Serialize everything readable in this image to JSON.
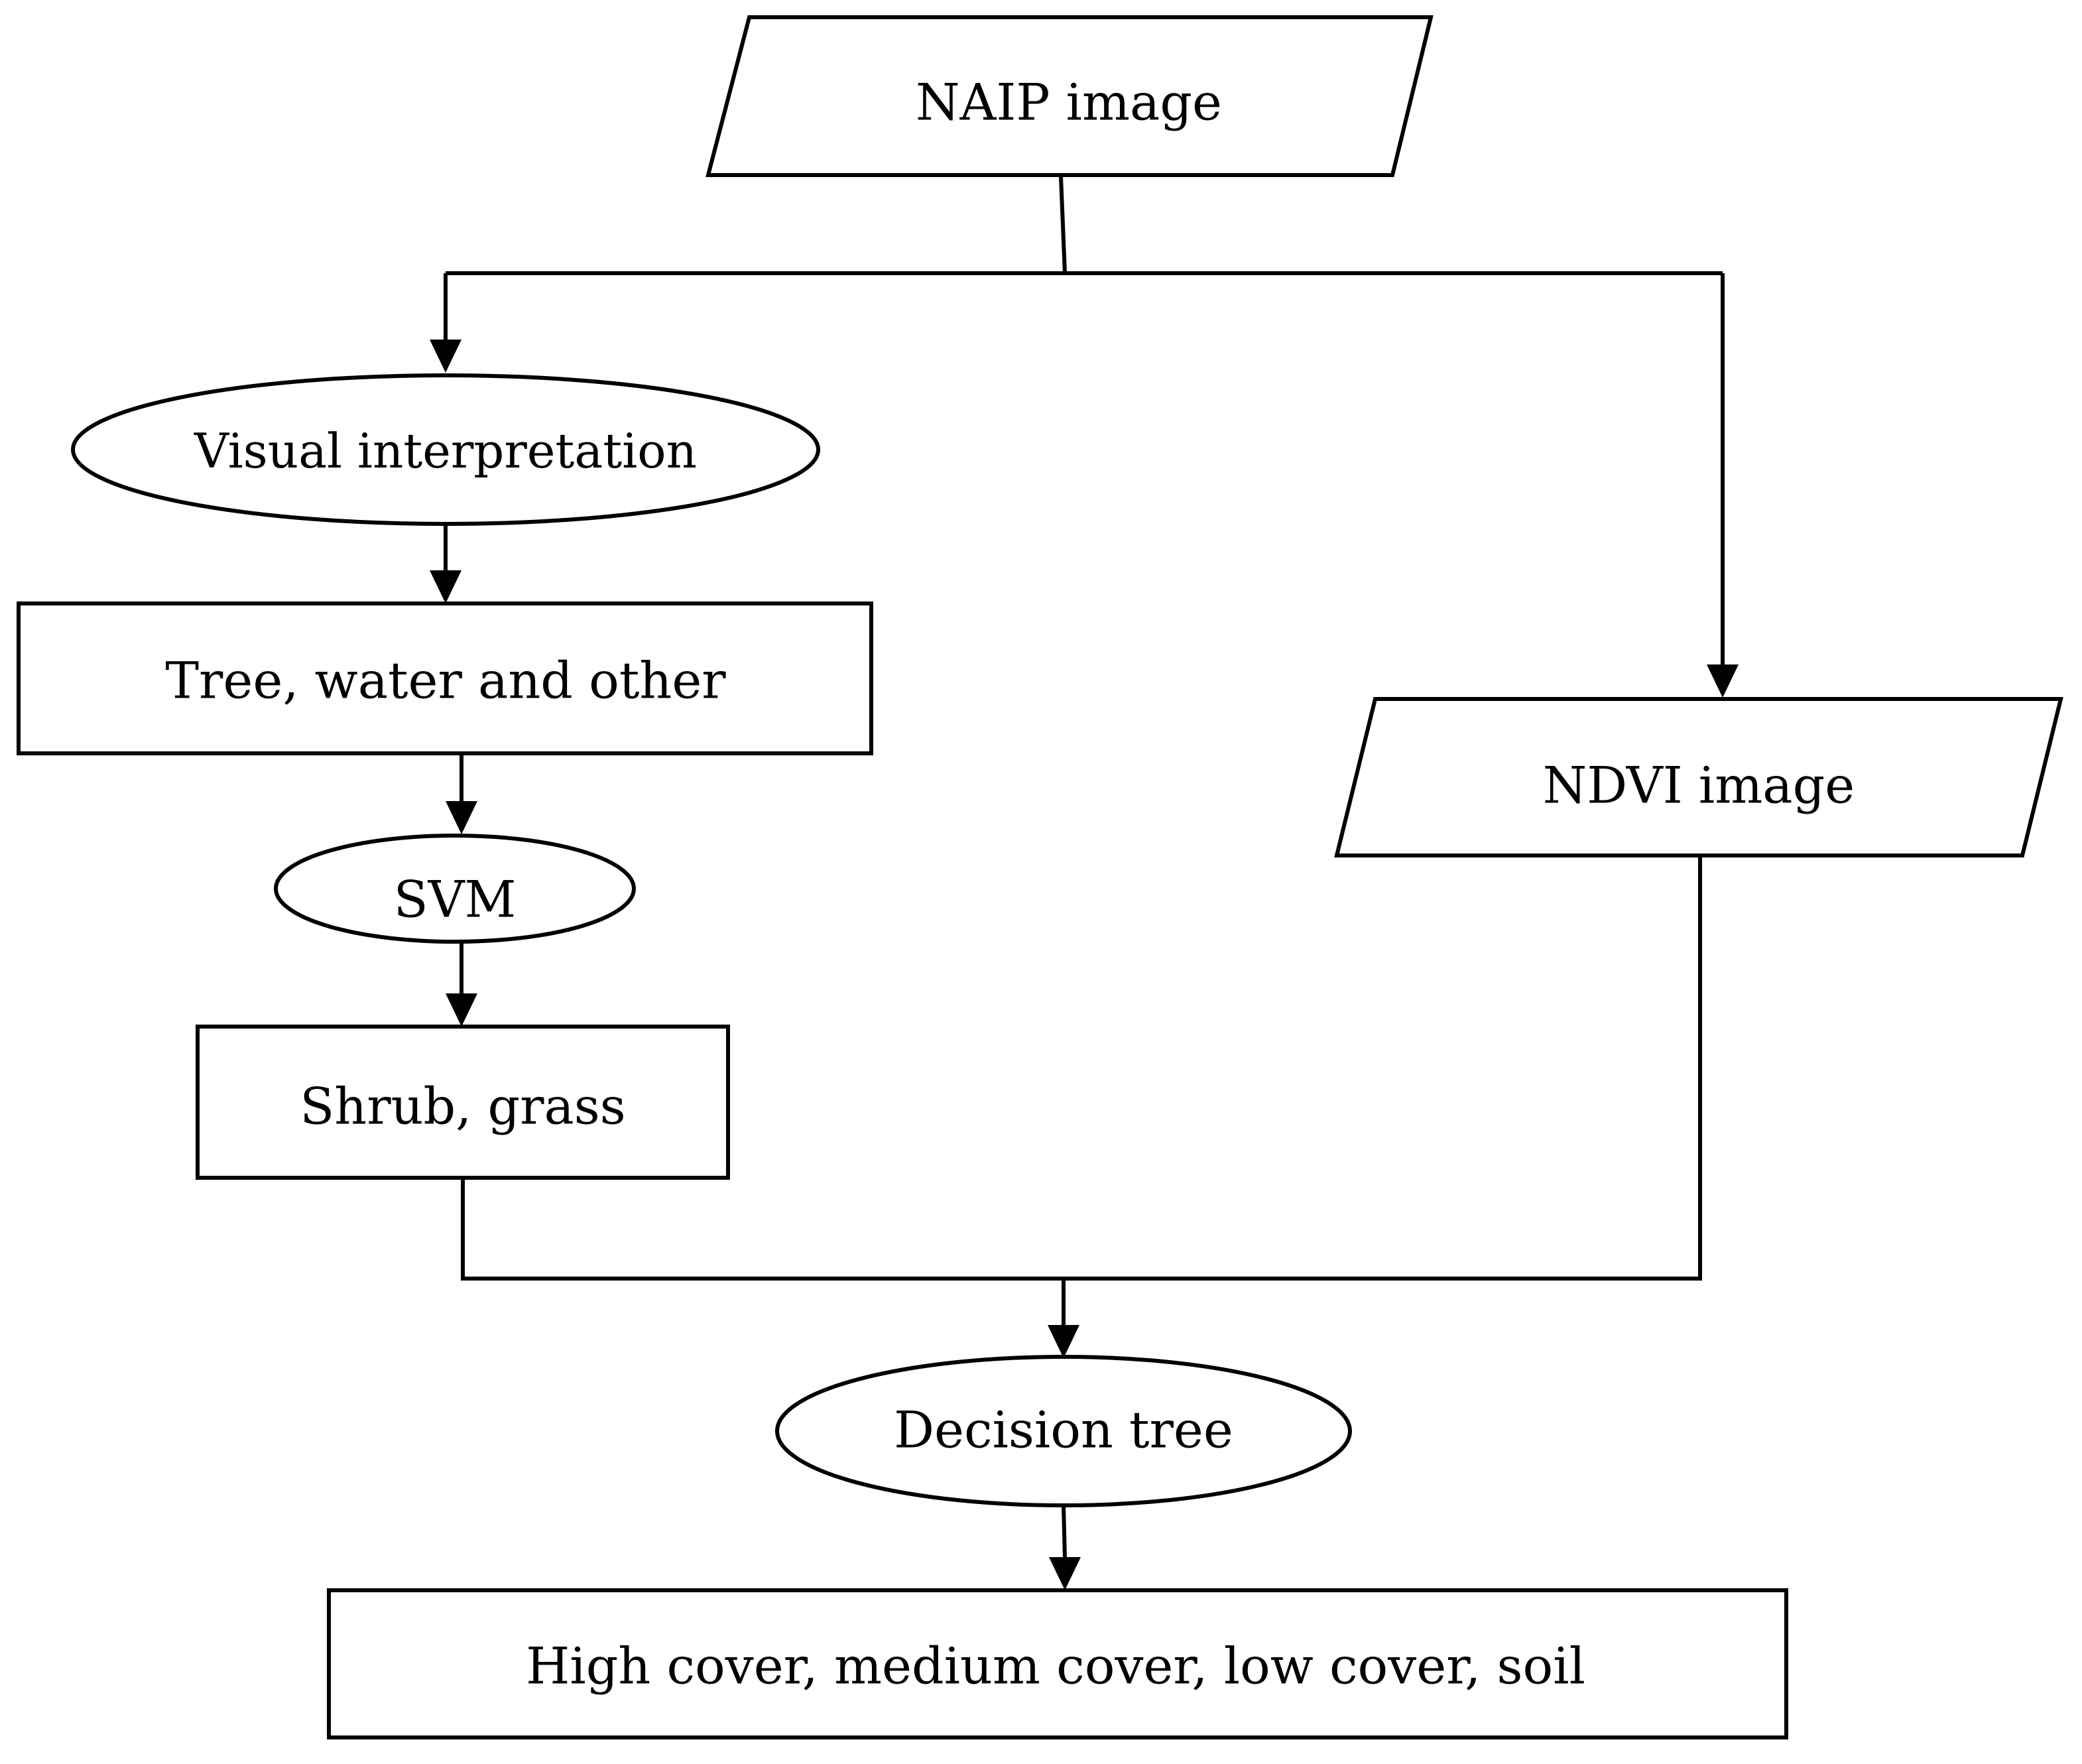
{
  "diagram": {
    "nodes": {
      "naip_image": "NAIP image",
      "visual_interpretation": "Visual interpretation",
      "tree_water_other": "Tree, water and other",
      "svm": "SVM",
      "shrub_grass": "Shrub, grass",
      "ndvi_image": "NDVI image",
      "decision_tree": "Decision tree",
      "output_classes": "High cover, medium cover, low cover, soil"
    },
    "edges": [
      {
        "from": "naip_image",
        "to": "visual_interpretation"
      },
      {
        "from": "naip_image",
        "to": "ndvi_image"
      },
      {
        "from": "visual_interpretation",
        "to": "tree_water_other"
      },
      {
        "from": "tree_water_other",
        "to": "svm"
      },
      {
        "from": "svm",
        "to": "shrub_grass"
      },
      {
        "from": "shrub_grass",
        "to": "decision_tree"
      },
      {
        "from": "ndvi_image",
        "to": "decision_tree"
      },
      {
        "from": "decision_tree",
        "to": "output_classes"
      }
    ],
    "colors": {
      "stroke": "#000000",
      "background": "#ffffff"
    }
  }
}
